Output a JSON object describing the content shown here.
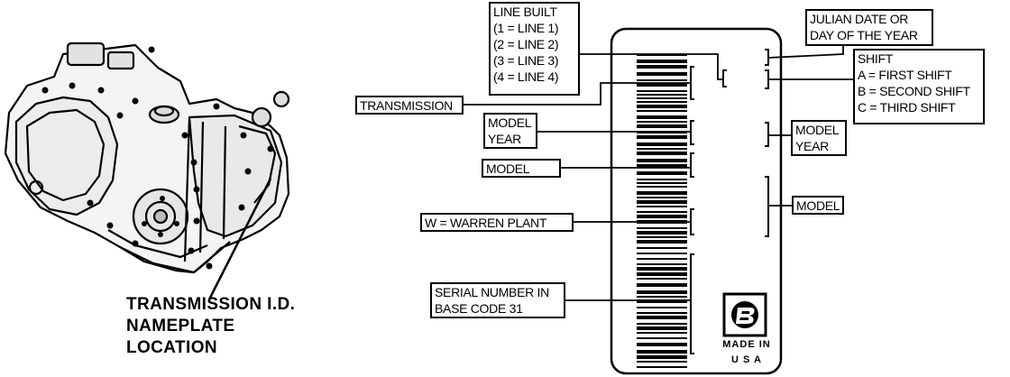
{
  "location_caption": [
    "TRANSMISSION I.D.",
    "NAMEPLATE",
    "LOCATION"
  ],
  "labels": {
    "line_built": [
      "LINE BUILT",
      "(1 = LINE 1)",
      "(2 = LINE 2)",
      "(3 = LINE 3)",
      "(4 = LINE 4)"
    ],
    "julian_date": [
      "JULIAN DATE OR",
      "DAY OF THE YEAR"
    ],
    "shift": [
      "SHIFT",
      "A = FIRST SHIFT",
      "B = SECOND SHIFT",
      "C = THIRD SHIFT"
    ],
    "transmission": [
      "TRANSMISSION"
    ],
    "model_year_left": [
      "MODEL",
      "YEAR"
    ],
    "model_year_right": [
      "MODEL",
      "YEAR"
    ],
    "model_left": [
      "MODEL"
    ],
    "model_right": [
      "MODEL"
    ],
    "warren_plant": [
      "W = WARREN PLANT"
    ],
    "serial_number": [
      "SERIAL NUMBER IN",
      "BASE CODE 31"
    ]
  },
  "nameplate": {
    "made_in": "MADE IN",
    "country": "U S A"
  }
}
